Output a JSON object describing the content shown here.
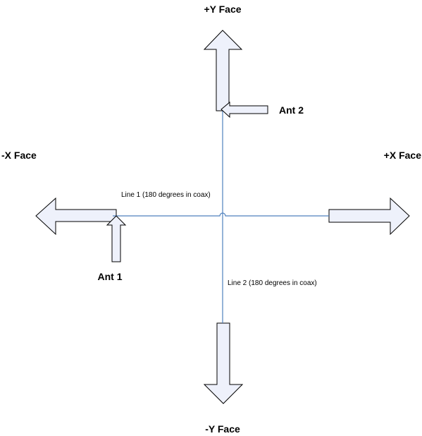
{
  "faces": {
    "top": "+Y Face",
    "bottom": "-Y Face",
    "left": "-X Face",
    "right": "+X Face"
  },
  "antennas": {
    "ant1": "Ant 1",
    "ant2": "Ant 2"
  },
  "lines": {
    "line1": "Line 1 (180 degrees in coax)",
    "line2": "Line 2 (180 degrees in coax)"
  },
  "colors": {
    "arrow_fill": "#eef1fb",
    "arrow_stroke": "#000000",
    "line": "#4f81bd"
  }
}
